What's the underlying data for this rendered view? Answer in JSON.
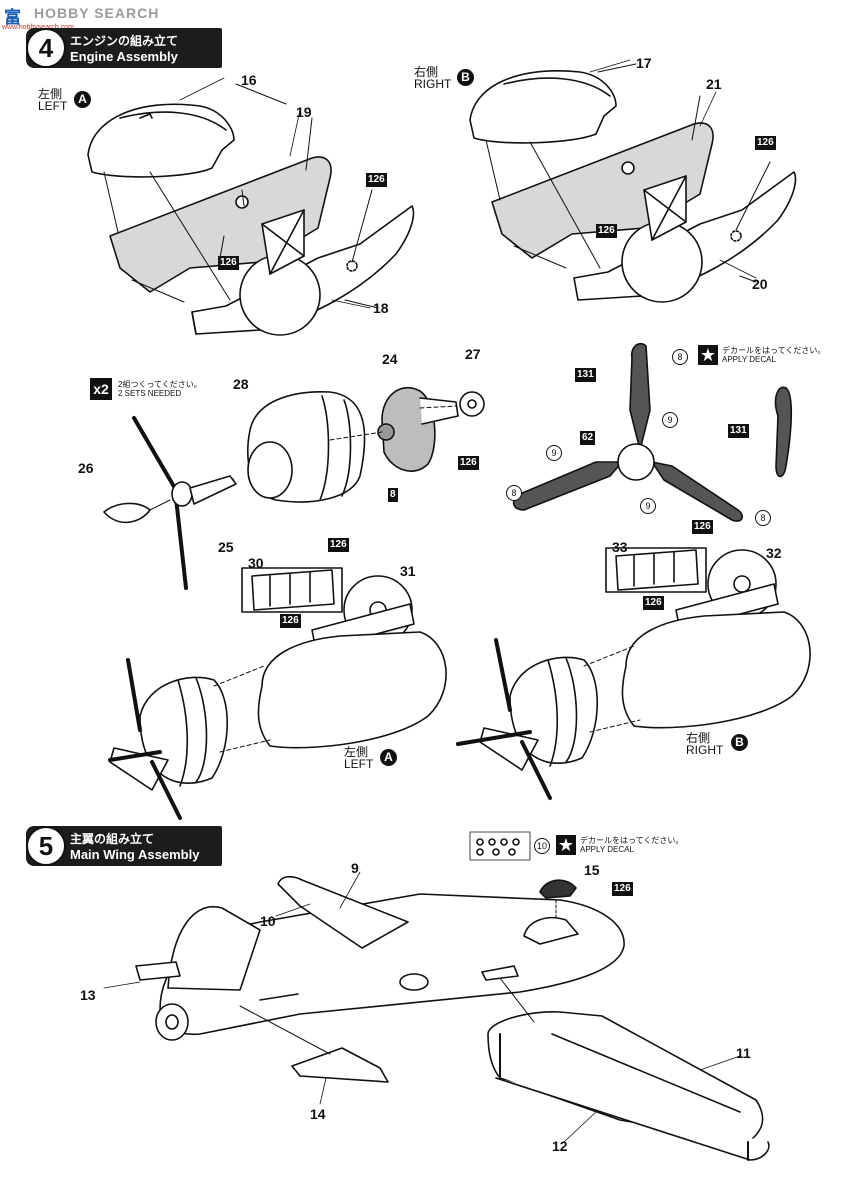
{
  "watermark": {
    "logo": "富",
    "text": "HOBBY SEARCH",
    "url": "www.hobbysearch.com"
  },
  "steps": [
    {
      "number": "4",
      "title_jp": "エンジンの組み立て",
      "title_en": "Engine Assembly"
    },
    {
      "number": "5",
      "title_jp": "主翼の組み立て",
      "title_en": "Main Wing Assembly"
    }
  ],
  "sides": {
    "left_top": {
      "jp": "左側",
      "en": "LEFT",
      "badge": "A"
    },
    "right_top": {
      "jp": "右側",
      "en": "RIGHT",
      "badge": "B"
    },
    "left_bottom": {
      "jp": "左側",
      "en": "LEFT",
      "badge": "A"
    },
    "right_bottom": {
      "jp": "右側",
      "en": "RIGHT",
      "badge": "B"
    }
  },
  "paint_code": "126",
  "paint_code_prop": "131",
  "paint_code_spinner": "62",
  "make_two": {
    "mark": "x2",
    "jp": "2組つくってください。",
    "en": "2 SETS NEEDED"
  },
  "decal_note": {
    "jp": "デカールをはってください。",
    "en": "APPLY DECAL"
  },
  "decal_numbers": {
    "eight": "8",
    "nine": "9",
    "ten": "10"
  },
  "callouts": {
    "c8": "8",
    "c9": "9",
    "c10": "10",
    "c11": "11",
    "c12": "12",
    "c13": "13",
    "c14": "14",
    "c15": "15",
    "c16": "16",
    "c17": "17",
    "c18": "18",
    "c19": "19",
    "c20": "20",
    "c21": "21",
    "c24": "24",
    "c25": "25",
    "c26": "26",
    "c27": "27",
    "c28": "28",
    "c30": "30",
    "c31": "31",
    "c32": "32",
    "c33": "33"
  }
}
